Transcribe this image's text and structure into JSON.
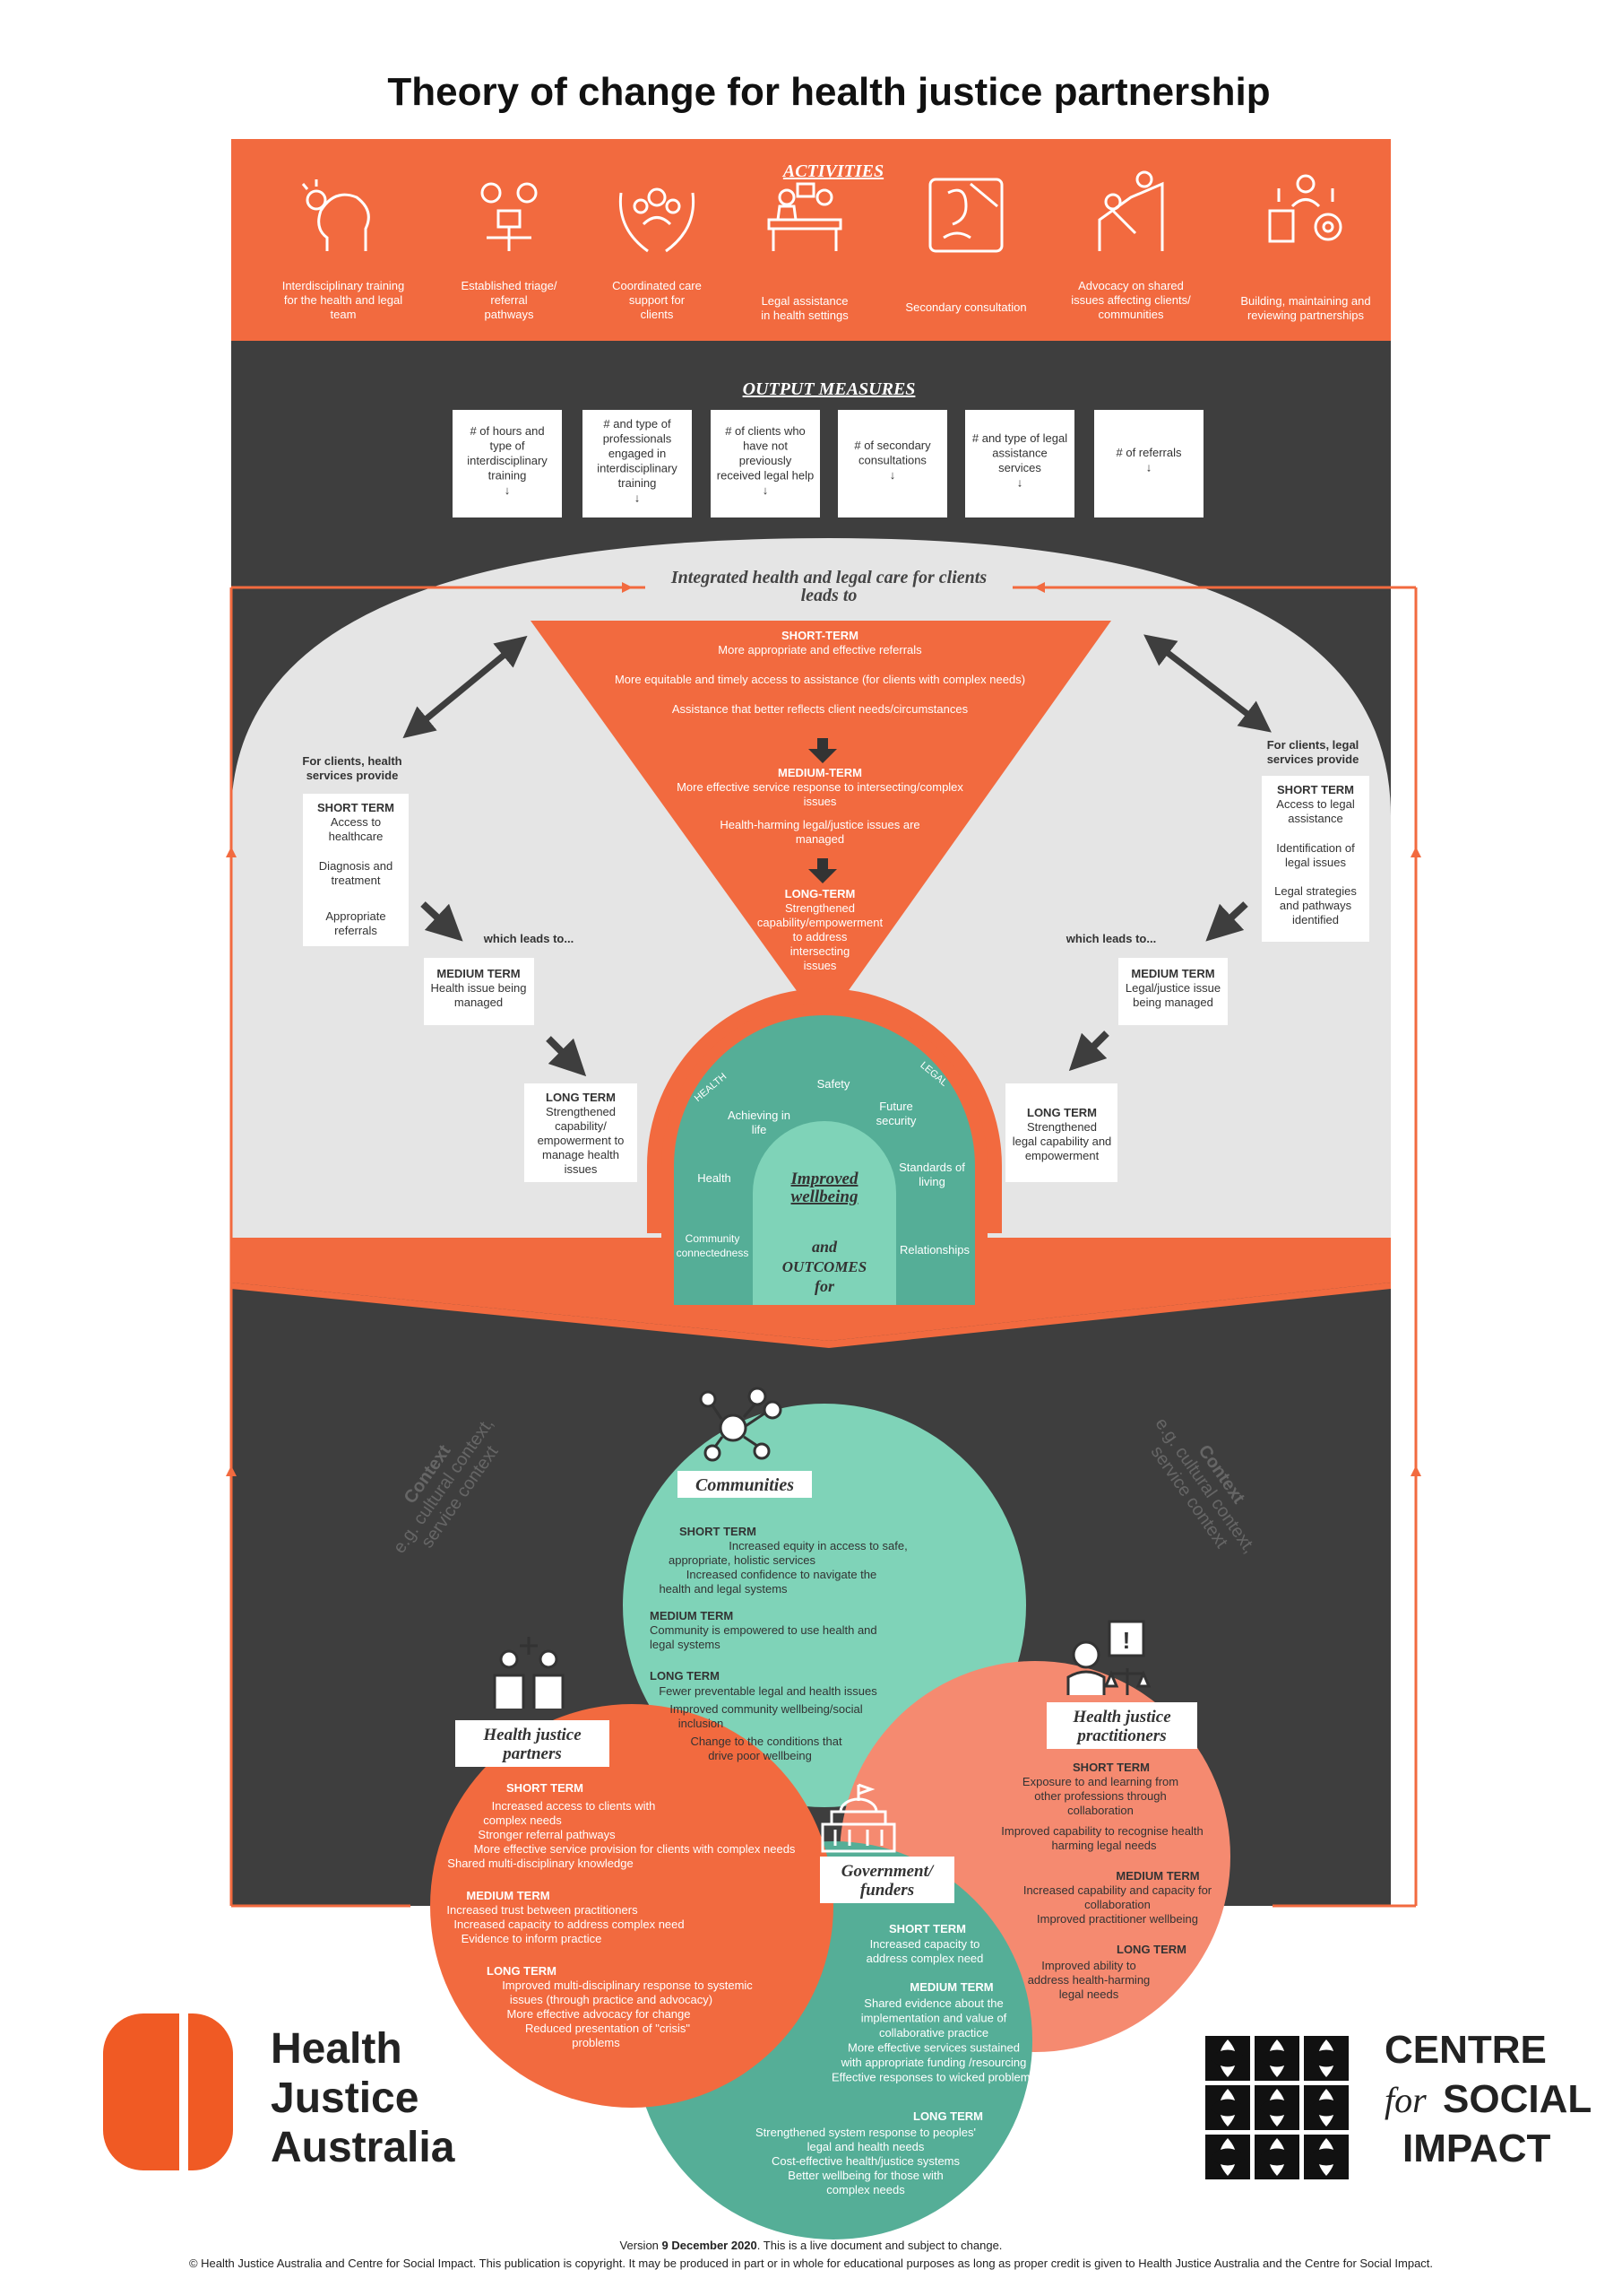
{
  "title": "Theory of change for health justice partnership",
  "activities": {
    "heading": "ACTIVITIES",
    "items": [
      {
        "icon": "training-head-icon",
        "lines": [
          "Interdisciplinary training",
          "for the health and legal",
          "team"
        ]
      },
      {
        "icon": "triage-icon",
        "lines": [
          "Established triage/",
          "referral",
          "pathways"
        ]
      },
      {
        "icon": "care-hands-icon",
        "lines": [
          "Coordinated care",
          "support for",
          "clients"
        ]
      },
      {
        "icon": "desk-assistance-icon",
        "lines": [
          "Legal assistance",
          "in health settings"
        ]
      },
      {
        "icon": "consultation-icon",
        "lines": [
          "Secondary consultation"
        ]
      },
      {
        "icon": "advocacy-icon",
        "lines": [
          "Advocacy on shared",
          "issues affecting clients/",
          "communities"
        ]
      },
      {
        "icon": "partnership-gear-icon",
        "lines": [
          "Building, maintaining and",
          "reviewing partnerships"
        ]
      }
    ]
  },
  "outputs": {
    "heading": "OUTPUT MEASURES",
    "items": [
      {
        "lines": [
          "# of hours and",
          "type of",
          "interdisciplinary",
          "training",
          "↓"
        ]
      },
      {
        "lines": [
          "# and type of",
          "professionals",
          "engaged in",
          "interdisciplinary",
          "training",
          "↓"
        ]
      },
      {
        "lines": [
          "# of clients who",
          "have not",
          "previously",
          "received legal help",
          "↓"
        ]
      },
      {
        "lines": [
          "# of secondary",
          "consultations",
          "↓"
        ]
      },
      {
        "lines": [
          "# and type of legal",
          "assistance",
          "services",
          "↓"
        ]
      },
      {
        "lines": [
          "# of referrals",
          "↓"
        ]
      }
    ]
  },
  "integrated": {
    "lines": [
      "Integrated health and legal care for clients",
      "leads to"
    ]
  },
  "triangle": {
    "short_heading": "SHORT-TERM",
    "short_items": [
      "More appropriate and effective referrals",
      "More equitable and timely access to assistance (for clients with complex needs)",
      "Assistance that better reflects client needs/circumstances"
    ],
    "medium_heading": "MEDIUM-TERM",
    "medium_lines": [
      "More effective service response to intersecting/complex",
      "issues",
      "Health-harming legal/justice issues are",
      "managed"
    ],
    "long_heading": "LONG-TERM",
    "long_lines": [
      "Strengthened",
      "capability/empowerment",
      "to address",
      "intersecting",
      "issues"
    ]
  },
  "health_side": {
    "intro": [
      "For clients, health",
      "services provide"
    ],
    "short_heading": "SHORT TERM",
    "short_lines": [
      "Access to",
      "healthcare",
      "Diagnosis and",
      "treatment",
      "Appropriate",
      "referrals"
    ],
    "leads": "which leads to...",
    "medium_heading": "MEDIUM TERM",
    "medium_lines": [
      "Health issue being",
      "managed"
    ],
    "long_heading": "LONG TERM",
    "long_lines": [
      "Strengthened",
      "capability/",
      "empowerment to",
      "manage health",
      "issues"
    ]
  },
  "legal_side": {
    "intro": [
      "For clients, legal",
      "services provide"
    ],
    "short_heading": "SHORT TERM",
    "short_lines": [
      "Access to legal",
      "assistance",
      "Identification of",
      "legal issues",
      "Legal strategies",
      "and pathways",
      "identified"
    ],
    "leads": "which leads to...",
    "medium_heading": "MEDIUM TERM",
    "medium_lines": [
      "Legal/justice issue",
      "being managed"
    ],
    "long_heading": "LONG TERM",
    "long_lines": [
      "Strengthened",
      "legal capability and",
      "empowerment"
    ]
  },
  "arch": {
    "health_label": "HEALTH",
    "legal_label": "LEGAL",
    "domains": [
      "Safety",
      "Achieving in life",
      "Future security",
      "Health",
      "Standards of living",
      "Community connectedness",
      "Relationships"
    ],
    "center": [
      "Improved",
      "wellbeing",
      "and",
      "OUTCOMES",
      "for"
    ]
  },
  "context_left": [
    "Context",
    "e.g. cultural context,",
    "service context"
  ],
  "context_right": [
    "Context",
    "e.g. cultural context,",
    "service context"
  ],
  "communities": {
    "label": "Communities",
    "short_heading": "SHORT TERM",
    "short_lines": [
      "Increased equity in access to safe,",
      "appropriate, holistic services",
      "Increased confidence to navigate the",
      "health and legal systems"
    ],
    "medium_heading": "MEDIUM TERM",
    "medium_lines": [
      "Community is empowered to use health and",
      "legal systems"
    ],
    "long_heading": "LONG TERM",
    "long_lines": [
      "Fewer preventable legal and health issues",
      "Improved community wellbeing/social",
      "inclusion",
      "Change to the conditions that",
      "drive poor wellbeing"
    ]
  },
  "partners": {
    "label": [
      "Health justice",
      "partners"
    ],
    "short_heading": "SHORT TERM",
    "short_lines": [
      "Increased access to clients with",
      "complex needs",
      "Stronger referral pathways",
      "More effective service provision for clients with complex needs",
      "Shared multi-disciplinary knowledge"
    ],
    "medium_heading": "MEDIUM TERM",
    "medium_lines": [
      "Increased trust between practitioners",
      "Increased capacity to address complex need",
      "Evidence to inform practice"
    ],
    "long_heading": "LONG TERM",
    "long_lines": [
      "Improved multi-disciplinary response to systemic",
      "issues (through practice and advocacy)",
      "More effective advocacy for change",
      "Reduced presentation of \"crisis\"",
      "problems"
    ]
  },
  "practitioners": {
    "label": [
      "Health justice",
      "practitioners"
    ],
    "short_heading": "SHORT TERM",
    "short_lines": [
      "Exposure to and learning from",
      "other professions through",
      "collaboration",
      "Improved capability to recognise health",
      "harming legal needs"
    ],
    "medium_heading": "MEDIUM TERM",
    "medium_lines": [
      "Increased capability and capacity for",
      "collaboration",
      "Improved practitioner  wellbeing"
    ],
    "long_heading": "LONG TERM",
    "long_lines": [
      "Improved ability to",
      "address health-harming",
      "legal needs"
    ]
  },
  "government": {
    "label": [
      "Government/",
      "funders"
    ],
    "short_heading": "SHORT TERM",
    "short_lines": [
      "Increased capacity to",
      "address complex need"
    ],
    "medium_heading": "MEDIUM TERM",
    "medium_lines": [
      "Shared evidence about the",
      "implementation and value of",
      "collaborative practice",
      "More effective services sustained",
      "with appropriate funding /resourcing",
      "Effective responses to wicked problems"
    ],
    "long_heading": "LONG TERM",
    "long_lines": [
      "Strengthened system response to peoples'",
      "legal  and health needs",
      "Cost-effective health/justice systems",
      "Better wellbeing for those with",
      "complex needs"
    ]
  },
  "logo_hja": [
    "Health",
    "Justice",
    "Australia"
  ],
  "logo_csi": [
    "CENTRE",
    "for",
    "SOCIAL",
    "IMPACT"
  ],
  "footer": {
    "version_prefix": "Version ",
    "version_bold": "9 December 2020",
    "version_suffix": ". This is a live document and subject to change.",
    "copyright": "© Health Justice Australia and Centre for Social Impact. This publication is copyright. It may be produced in part or in whole for educational purposes as long as proper credit is given to Health Justice Australia and the Centre for Social Impact."
  },
  "colors": {
    "orange": "#F26A3F",
    "dark": "#3E3E3E",
    "grey": "#E5E5E5",
    "teal": "#55AE97",
    "mint": "#7FD3B8",
    "salmon": "#F58A70",
    "white": "#FFFFFF"
  }
}
